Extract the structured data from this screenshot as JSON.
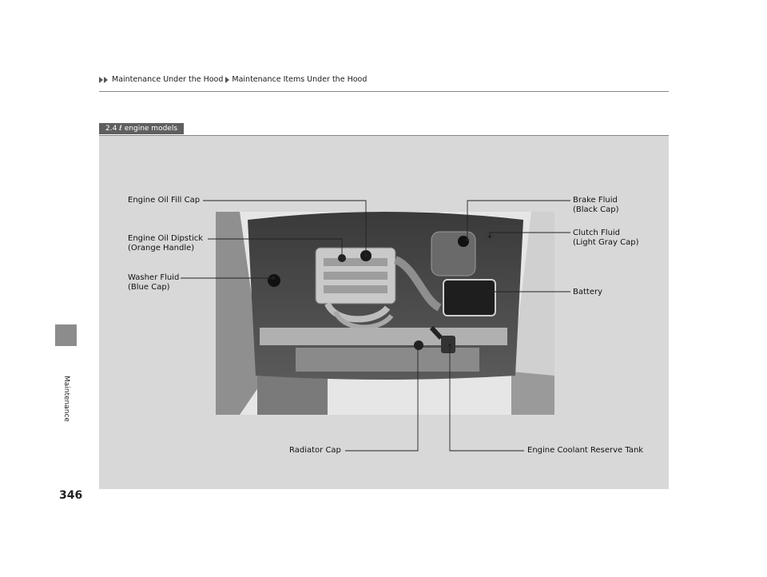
{
  "breadcrumb": {
    "section": "Maintenance Under the Hood",
    "page": "Maintenance Items Under the Hood"
  },
  "sidebar_label": "Maintenance",
  "page_number": "346",
  "models_tag": "2.4 ℓ engine models",
  "callouts": {
    "engine_oil_fill_cap": "Engine Oil Fill Cap",
    "engine_oil_dipstick_1": "Engine Oil Dipstick",
    "engine_oil_dipstick_2": "(Orange Handle)",
    "washer_fluid_1": "Washer Fluid",
    "washer_fluid_2": "(Blue Cap)",
    "brake_fluid_1": "Brake Fluid",
    "brake_fluid_2": "(Black Cap)",
    "clutch_fluid_1": "Clutch Fluid",
    "clutch_fluid_2": "(Light Gray Cap)",
    "battery": "Battery",
    "radiator_cap": "Radiator Cap",
    "engine_coolant_reserve_tank": "Engine Coolant Reserve Tank"
  }
}
